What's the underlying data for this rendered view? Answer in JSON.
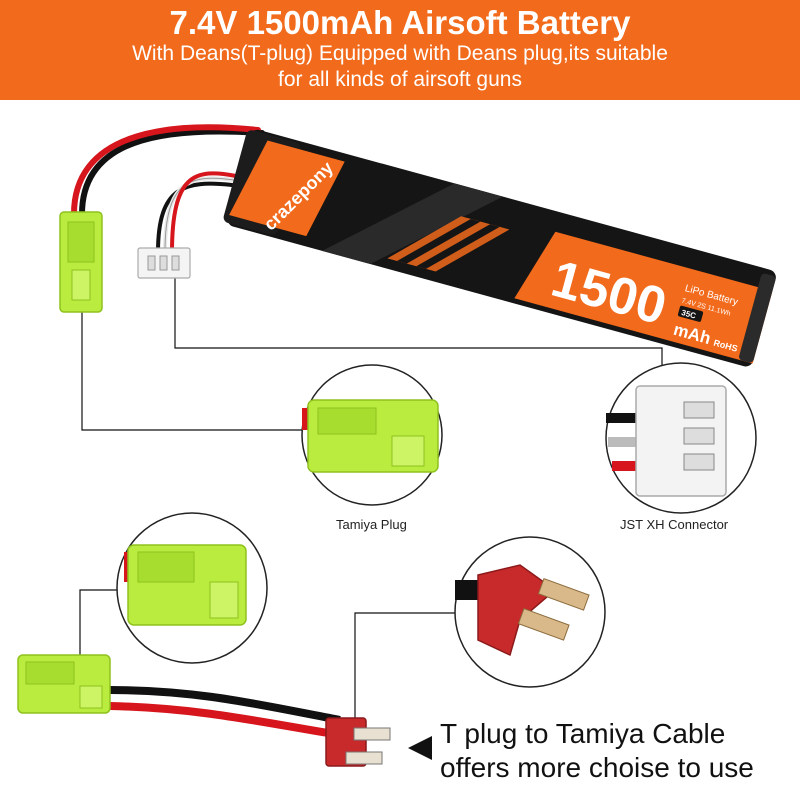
{
  "header": {
    "title": "7.4V 1500mAh Airsoft Battery",
    "subtitle_line1": "With Deans(T-plug) Equipped with Deans plug,its suitable",
    "subtitle_line2": "for all kinds of airsoft guns",
    "banner_color": "#f26a1b"
  },
  "battery": {
    "brand": "crazepony",
    "capacity": "1500",
    "unit": "mAh",
    "type_label": "LiPo Battery",
    "spec_label": "7.4V 2S 11.1Wh",
    "c_rating": "35C",
    "rohs": "RoHS"
  },
  "callouts": {
    "tamiya_caption": "Tamiya Plug",
    "jst_caption": "JST XH Connector"
  },
  "cable": {
    "line1": "T plug to Tamiya Cable",
    "line2": "offers more choise to use"
  },
  "colors": {
    "connector_green": "#b9ec3f",
    "deans_red": "#c8292a",
    "battery_orange": "#f26a1b",
    "battery_black": "#151515"
  }
}
